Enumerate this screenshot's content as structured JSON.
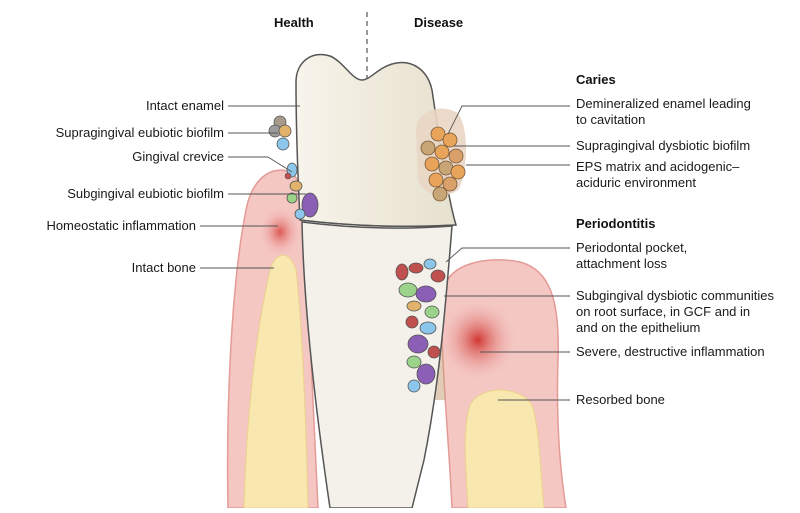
{
  "headers": {
    "health": "Health",
    "disease": "Disease"
  },
  "left_labels": [
    "Intact enamel",
    "Supragingival eubiotic biofilm",
    "Gingival crevice",
    "Subgingival eubiotic biofilm",
    "Homeostatic inflammation",
    "Intact bone"
  ],
  "caries": {
    "title": "Caries",
    "items": [
      [
        "Demineralized enamel leading",
        "to cavitation"
      ],
      [
        "Supragingival dysbiotic biofilm"
      ],
      [
        "EPS matrix and acidogenic–",
        "aciduric environment"
      ]
    ]
  },
  "periodontitis": {
    "title": "Periodontitis",
    "items": [
      [
        "Periodontal pocket,",
        "attachment loss"
      ],
      [
        "Subgingival dysbiotic communities",
        "on root surface, in GCF and in",
        "and on the epithelium"
      ],
      [
        "Severe, destructive inflammation"
      ],
      [
        "Resorbed bone"
      ]
    ]
  },
  "colors": {
    "gum": "#f4c7c3",
    "gum_edge": "#e49a95",
    "inflammation": "#d9443f",
    "bone": "#f9e7b0",
    "tooth": "#f3efe4",
    "tooth_edge": "#555555",
    "pocket": "#c9a27e"
  }
}
